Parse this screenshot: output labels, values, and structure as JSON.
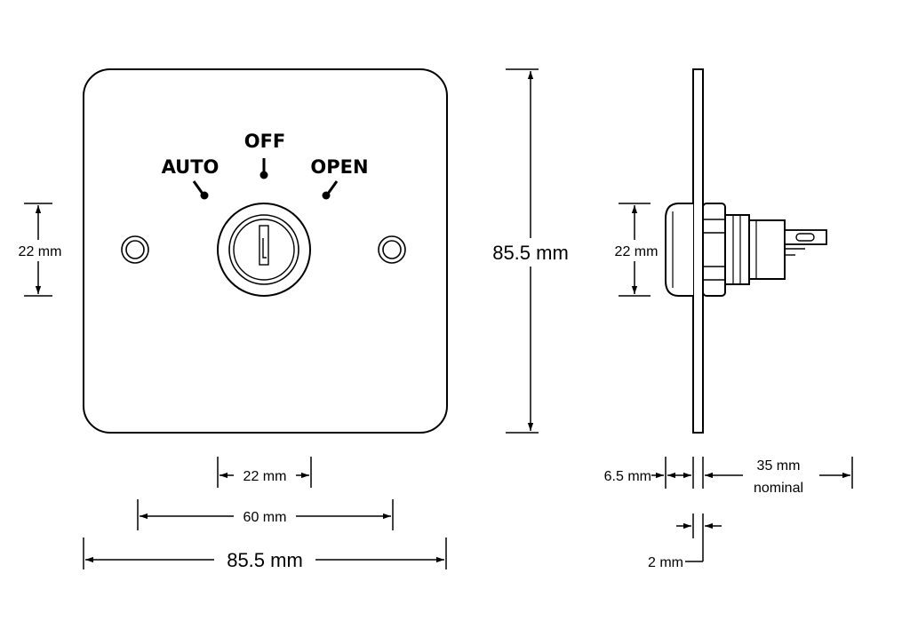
{
  "front_view": {
    "position_labels": {
      "auto": "AUTO",
      "off": "OFF",
      "open": "OPEN"
    }
  },
  "dimensions": {
    "front_height_left": "22 mm",
    "overall_height": "85.5 mm",
    "key_width": "22 mm",
    "hole_spacing": "60 mm",
    "overall_width": "85.5 mm",
    "side_body_height": "22 mm",
    "front_projection": "6.5 mm",
    "rear_depth_value": "35 mm",
    "rear_depth_note": "nominal",
    "plate_thickness": "2 mm"
  },
  "colors": {
    "line": "#000000",
    "background": "#ffffff"
  }
}
